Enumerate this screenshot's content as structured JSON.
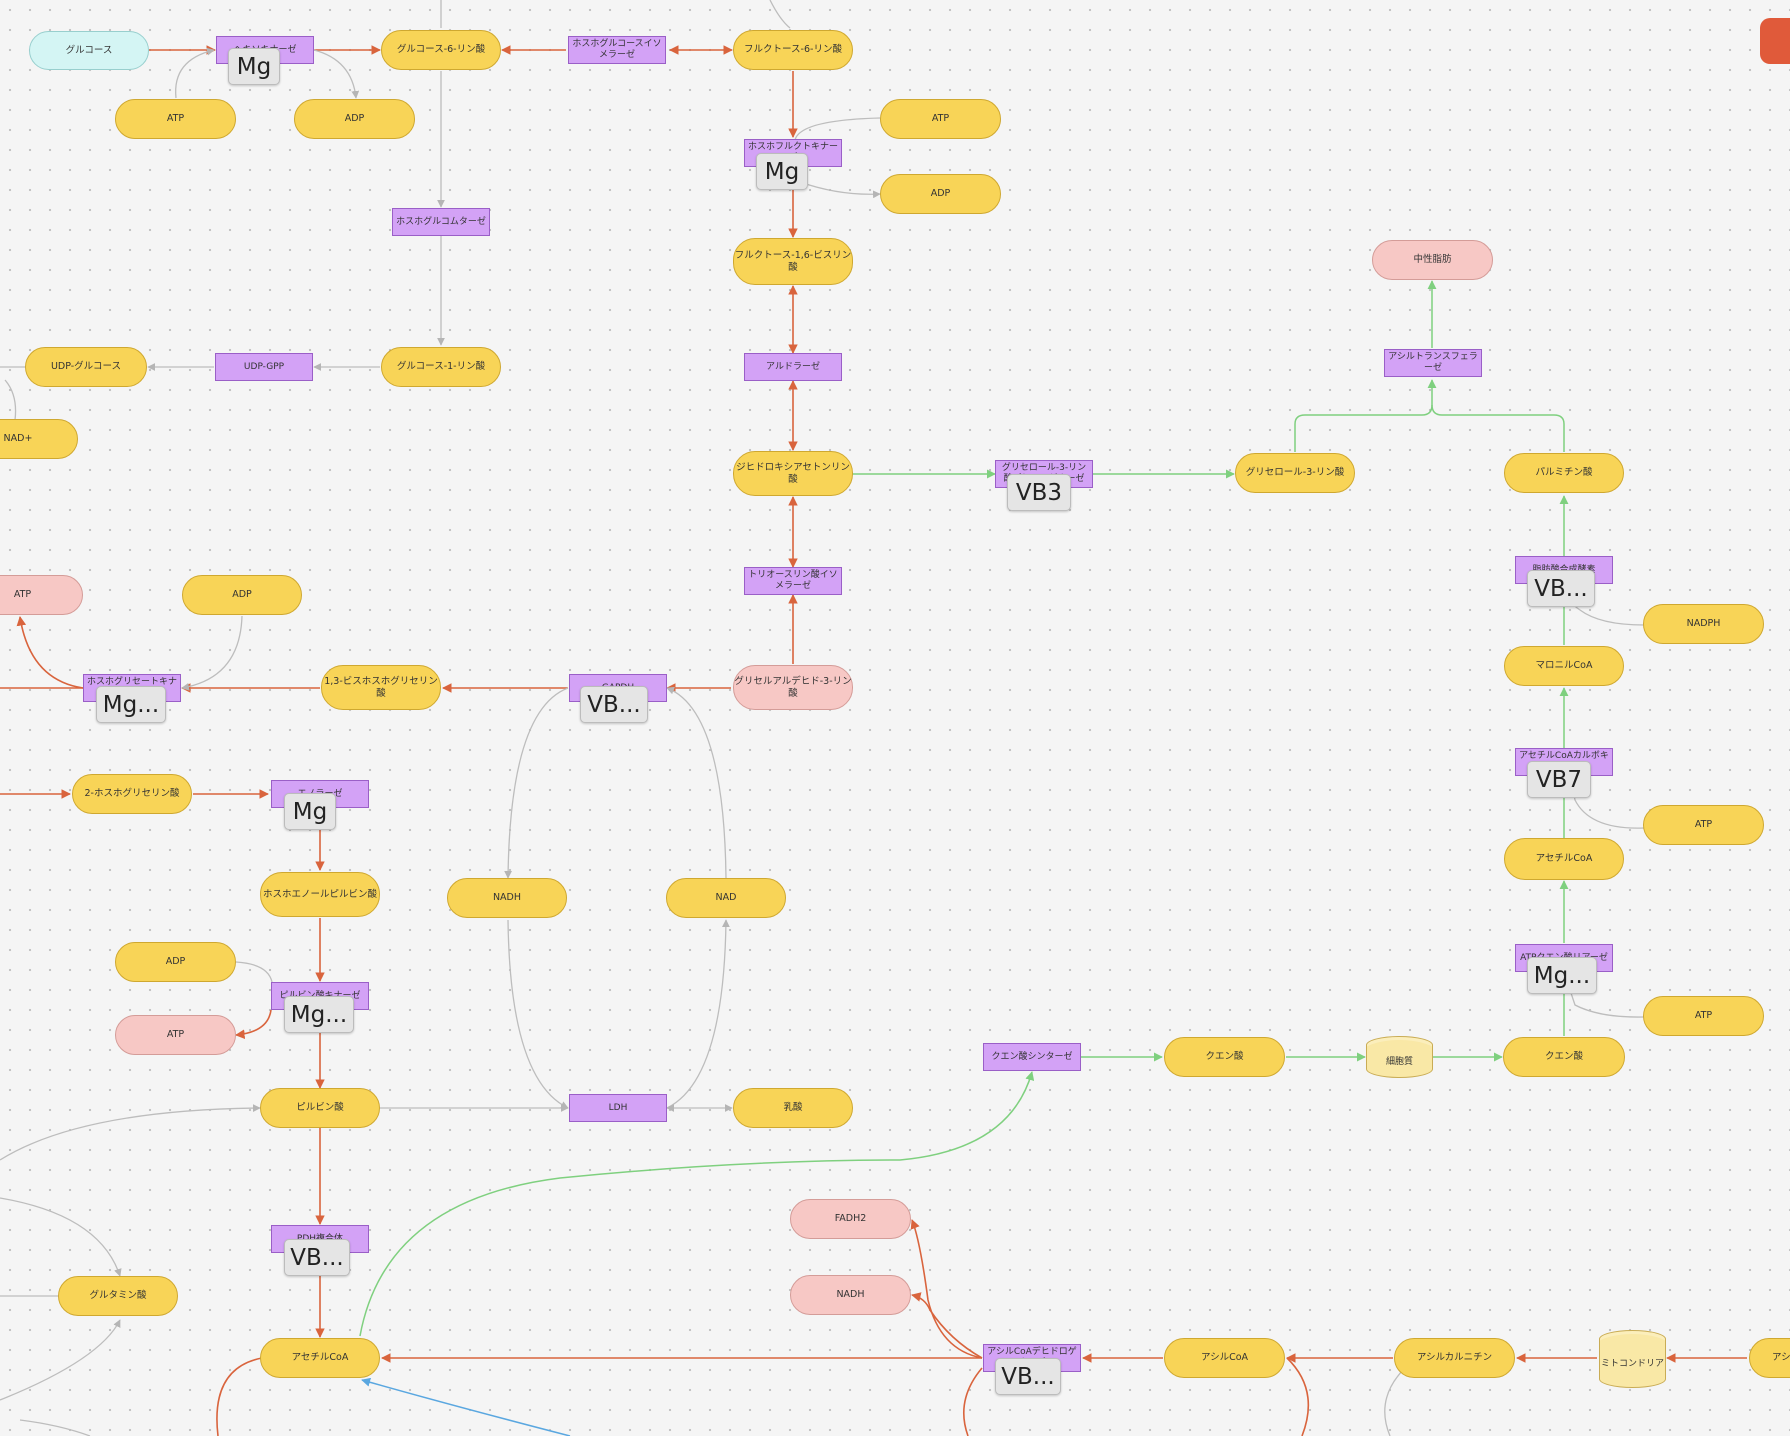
{
  "colors": {
    "main": "#d9643d",
    "side": "#bdbdbd",
    "lipid": "#7fd07f",
    "blue": "#5aa7e0",
    "yellow": "#f8d457",
    "pink": "#f7c8c5",
    "purple": "#d3a2f6",
    "cyan": "#d4f5f4"
  },
  "nodes": {
    "glucose": "グルコース",
    "hexokinase": "ヘキソキナーゼ",
    "g6p": "グルコース-6-リン酸",
    "gpi": "ホスホグルコースイソメラーゼ",
    "f6p": "フルクトース-6-リン酸",
    "atp1": "ATP",
    "adp1": "ADP",
    "atp2": "ATP",
    "pfk": "ホスホフルクトキナーゼ",
    "adp2": "ADP",
    "pgm": "ホスホグルコムターゼ",
    "f16bp": "フルクトース-1,6-ビスリン酸",
    "tg": "中性脂肪",
    "udpglc": "UDP-グルコース",
    "udpgpp": "UDP-GPP",
    "g1p": "グルコース-1-リン酸",
    "nadplus": "NAD+",
    "aldolase": "アルドラーゼ",
    "acyltr": "アシルトランスフェラーゼ",
    "dhap": "ジヒドロキシアセトンリン酸",
    "g3pdh": "グリセロール-3-リン酸デヒドロゲナーゼ",
    "g3p": "グリセロール-3-リン酸",
    "palm": "パルミチン酸",
    "tpi": "トリオースリン酸イソメラーゼ",
    "fas": "脂肪酸合成酵素",
    "atp3": "ATP",
    "adp3": "ADP",
    "nadph": "NADPH",
    "pgk": "ホスホグリセートキナーゼ",
    "bpg": "1,3-ビスホスホグリセリン酸",
    "gapdh": "GAPDH",
    "gap": "グリセルアルデヒド-3-リン酸",
    "malcoa": "マロニルCoA",
    "pg2": "2-ホスホグリセリン酸",
    "enolase": "エノラーゼ",
    "acc": "アセチルCoAカルボキシラーゼ",
    "atp4": "ATP",
    "pep": "ホスホエノールピルビン酸",
    "nadh1": "NADH",
    "nad1": "NAD",
    "accoa2": "アセチルCoA",
    "adp4": "ADP",
    "pk": "ピルビン酸キナーゼ",
    "acl": "ATPクエン酸リアーゼ",
    "atp5": "ATP",
    "atp6": "ATP",
    "cs": "クエン酸シンターゼ",
    "cit1": "クエン酸",
    "cytosol": "細胞質",
    "cit2": "クエン酸",
    "pyr": "ピルビン酸",
    "ldh": "LDH",
    "lactate": "乳酸",
    "fadh2": "FADH2",
    "nadh2": "NADH",
    "pdh": "PDH複合体",
    "gln": "グルタミン酸",
    "accoa": "アセチルCoA",
    "acad": "アシルCoAデヒドロゲナーゼ",
    "acylcoa": "アシルCoA",
    "acylcar": "アシルカルニチン",
    "mito": "ミトコンドリア",
    "acyl_edge": "アシ"
  },
  "badges": {
    "b1": "Mg",
    "b2": "Mg",
    "b3": "VB3",
    "b4": "VB...",
    "b5": "Mg...",
    "b6": "VB...",
    "b7": "Mg",
    "b8": "VB7",
    "b9": "Mg...",
    "b10": "Mg...",
    "b11": "VB...",
    "b12": "VB..."
  }
}
